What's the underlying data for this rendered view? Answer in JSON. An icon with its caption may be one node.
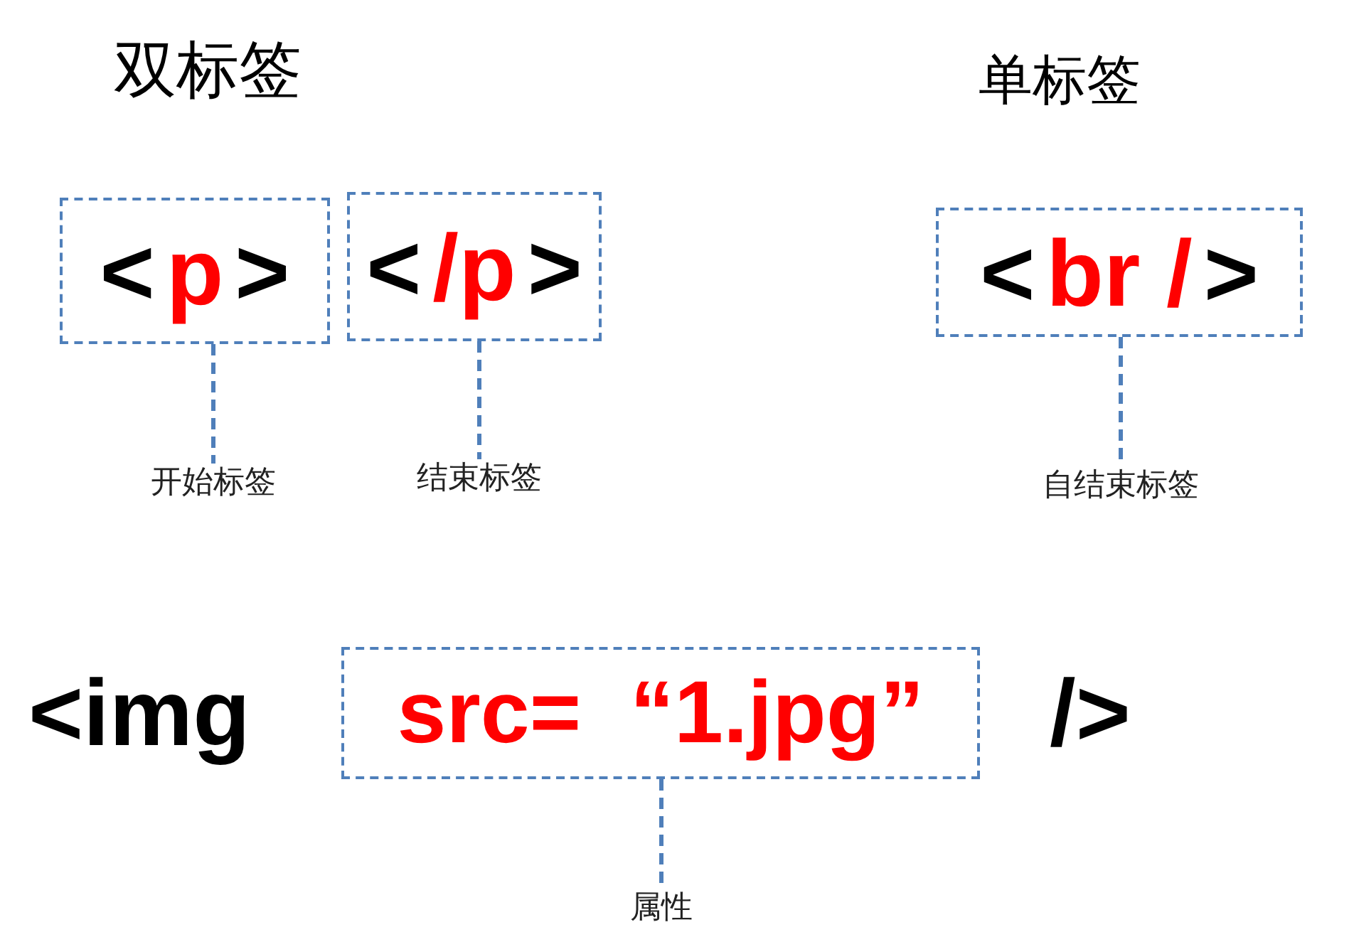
{
  "diagram": {
    "nodes": [
      {
        "text": [
          "<",
          "p",
          ">"
        ]
      },
      {
        "text": [
          "<",
          "/p",
          ">"
        ]
      },
      {
        "text": [
          "<",
          "br /",
          ">"
        ]
      },
      {
        "text": [
          "src=  “1.jpg”"
        ]
      },
      {
        "text": [
          "开始标签"
        ]
      },
      {
        "text": [
          "结束标签"
        ]
      },
      {
        "text": [
          "自结束标签"
        ]
      },
      {
        "text": [
          "属性"
        ]
      }
    ],
    "edges": [
      {
        "from": 0,
        "to": 4,
        "arrow": "none",
        "style": "dashed"
      },
      {
        "from": 1,
        "to": 5,
        "arrow": "none",
        "style": "dashed"
      },
      {
        "from": 2,
        "to": 6,
        "arrow": "none",
        "style": "dashed"
      },
      {
        "from": 3,
        "to": 7,
        "arrow": "none",
        "style": "dashed"
      }
    ],
    "labels": [
      "双标签",
      "单标签",
      "<img",
      "/>"
    ]
  }
}
